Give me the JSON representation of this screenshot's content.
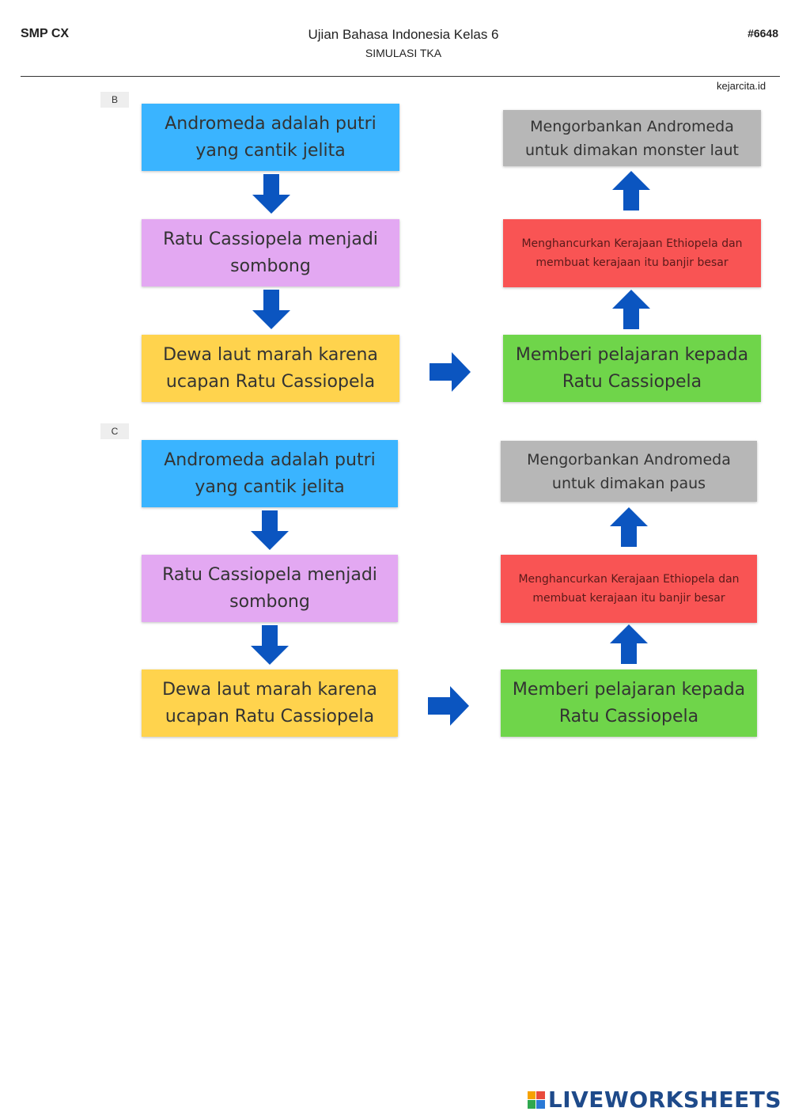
{
  "header": {
    "school": "SMP CX",
    "title": "Ujian Bahasa Indonesia Kelas 6",
    "subtitle": "SIMULASI TKA",
    "code": "#6648",
    "source": "kejarcita.id"
  },
  "options": [
    {
      "label": "B",
      "left_column": [
        {
          "text": "Andromeda adalah putri yang cantik jelita",
          "color": "#3ab4ff"
        },
        {
          "text": "Ratu Cassiopela menjadi sombong",
          "color": "#e3a8f2"
        },
        {
          "text": "Dewa laut marah karena ucapan Ratu Cassiopela",
          "color": "#ffd34d"
        }
      ],
      "right_column": [
        {
          "text": "Mengorbankan Andromeda untuk dimakan monster laut",
          "color": "#b7b7b7"
        },
        {
          "text": "Menghancurkan Kerajaan Ethiopela dan membuat kerajaan itu banjir besar",
          "color": "#f95454"
        },
        {
          "text": "Memberi pelajaran kepada Ratu Cassiopela",
          "color": "#6fd54a"
        }
      ]
    },
    {
      "label": "C",
      "left_column": [
        {
          "text": "Andromeda adalah putri yang cantik jelita",
          "color": "#3ab4ff"
        },
        {
          "text": "Ratu Cassiopela menjadi sombong",
          "color": "#e3a8f2"
        },
        {
          "text": "Dewa laut marah karena ucapan Ratu Cassiopela",
          "color": "#ffd34d"
        }
      ],
      "right_column": [
        {
          "text": "Mengorbankan Andromeda untuk dimakan paus",
          "color": "#b7b7b7"
        },
        {
          "text": "Menghancurkan Kerajaan Ethiopela dan membuat kerajaan itu banjir besar",
          "color": "#f95454"
        },
        {
          "text": "Memberi pelajaran kepada Ratu Cassiopela",
          "color": "#6fd54a"
        }
      ]
    }
  ],
  "colors": {
    "arrow": "#0b55c0"
  },
  "footer": {
    "brand": "LIVEWORKSHEETS",
    "logo_colors": [
      "#f6a200",
      "#e94b3c",
      "#2fa84f",
      "#2a79d6"
    ]
  }
}
